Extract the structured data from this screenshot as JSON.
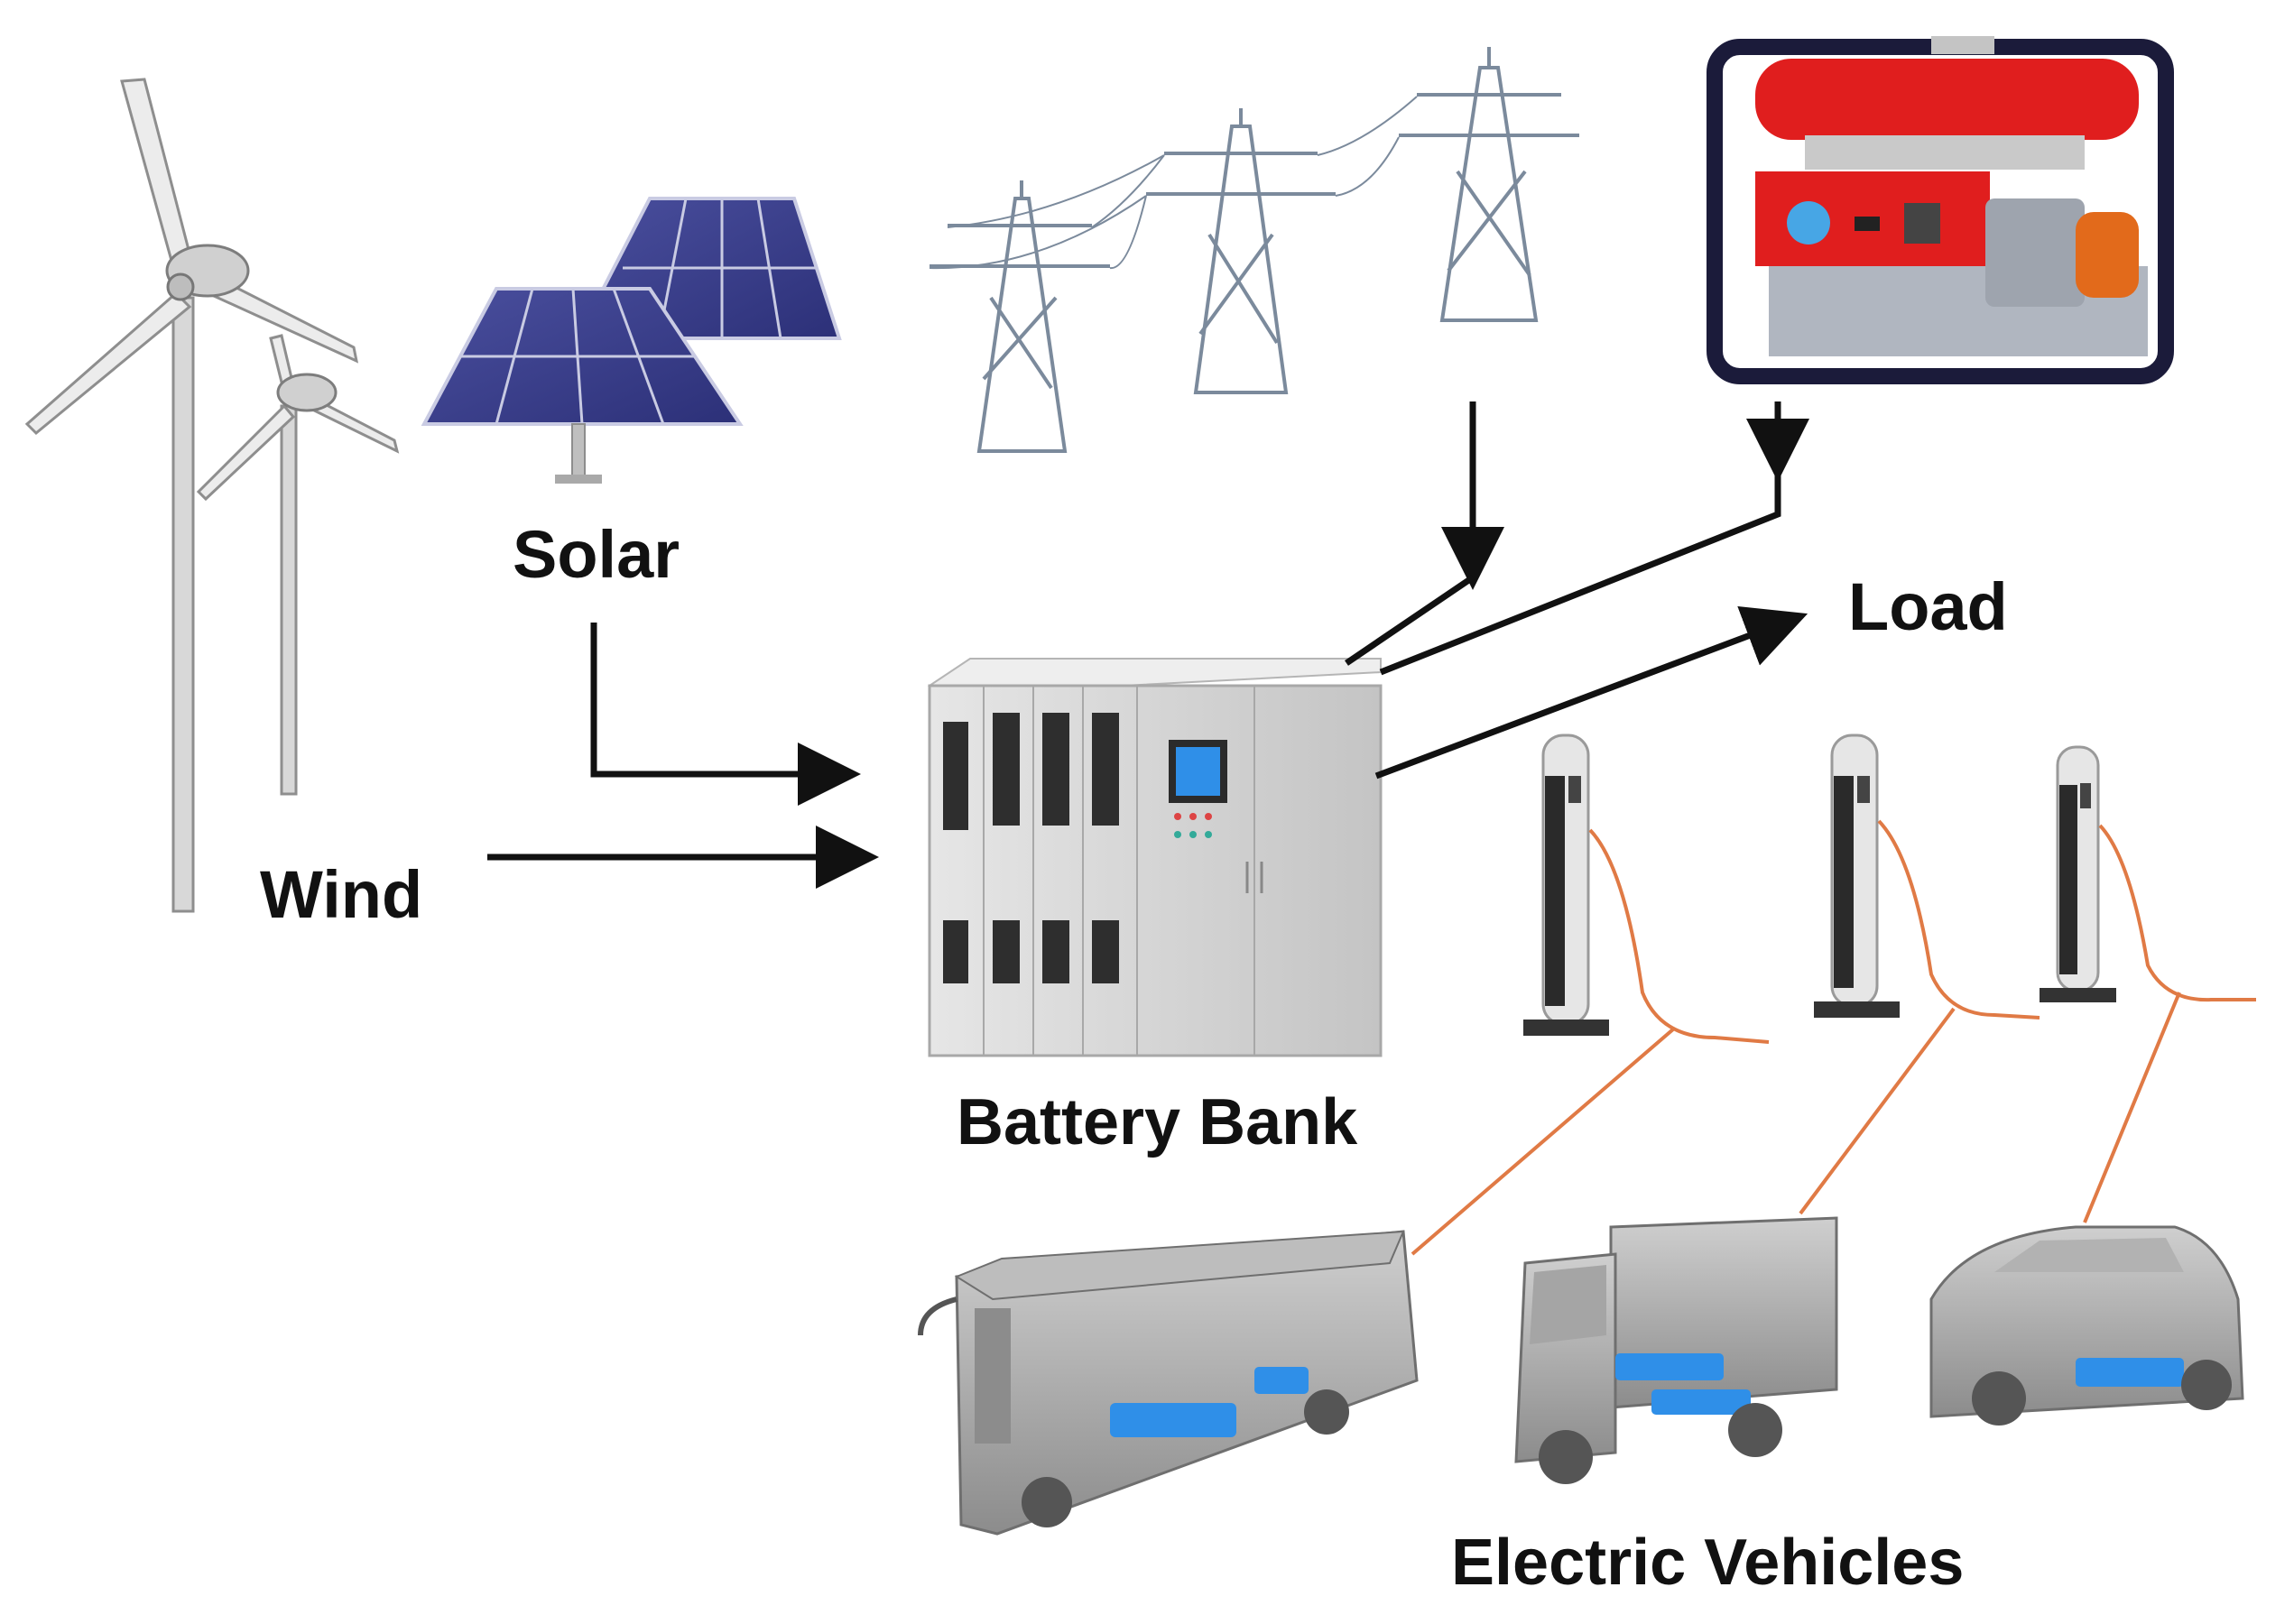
{
  "labels": {
    "solar": "Solar",
    "wind": "Wind",
    "load": "Load",
    "battery_bank": "Battery Bank",
    "electric_vehicles": "Electric Vehicles"
  },
  "colors": {
    "arrow": "#111111",
    "solar_panel": "#3b3f8c",
    "generator": "#e01e1e",
    "generator_frame": "#1b1b3a",
    "cabinet": "#d2d2d2",
    "cable": "#e07a45",
    "ev_battery": "#2f8fe8",
    "tower": "#7b8a9c"
  },
  "icons": [
    "wind-turbine-icon",
    "solar-panel-icon",
    "transmission-tower-icon",
    "generator-icon",
    "battery-cabinet-icon",
    "charging-station-icon",
    "bus-icon",
    "truck-icon",
    "car-icon"
  ]
}
